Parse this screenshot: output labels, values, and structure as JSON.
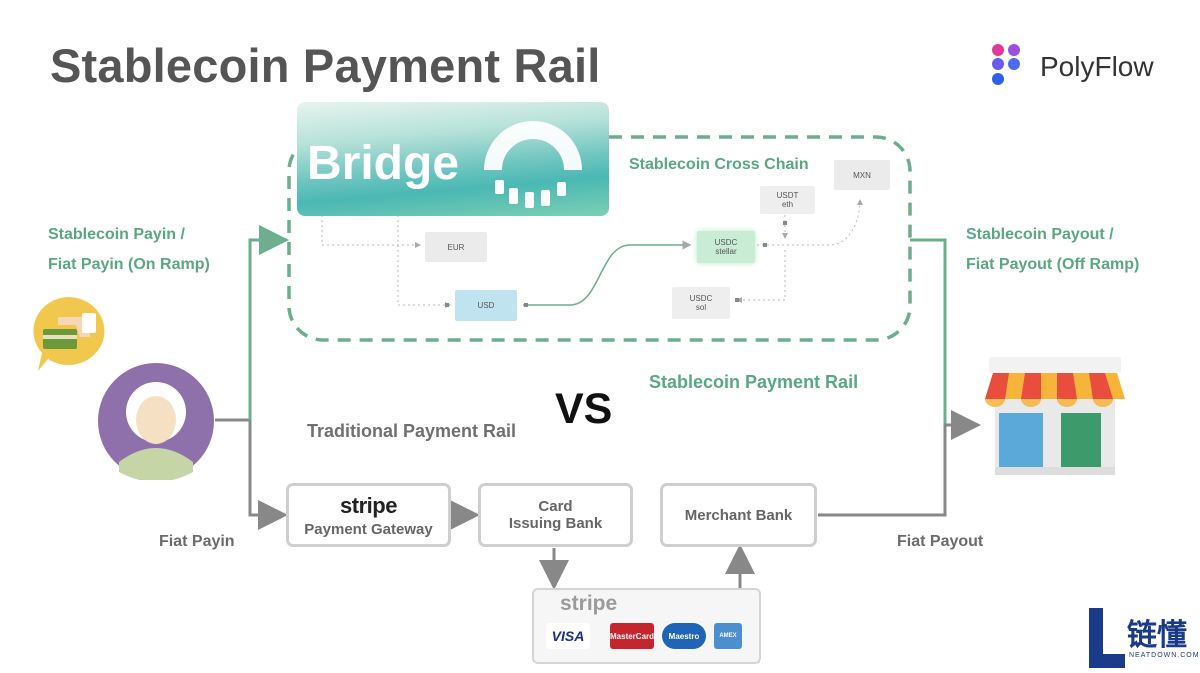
{
  "title": "Stablecoin Payment Rail",
  "brand": {
    "name": "PolyFlow"
  },
  "bridge": {
    "name": "Bridge"
  },
  "cross_chain_label": "Stablecoin Cross Chain",
  "tokens": {
    "eur": {
      "line1": "EUR"
    },
    "usd": {
      "line1": "USD"
    },
    "usdc_stellar": {
      "line1": "USDC",
      "line2": "stellar"
    },
    "usdt_eth": {
      "line1": "USDT",
      "line2": "eth"
    },
    "mxn": {
      "line1": "MXN"
    },
    "usdc_sol": {
      "line1": "USDC",
      "line2": "sol"
    }
  },
  "left_labels": {
    "line1": "Stablecoin Payin /",
    "line2": "Fiat Payin (On Ramp)"
  },
  "right_labels": {
    "line1": "Stablecoin Payout /",
    "line2": "Fiat Payout (Off Ramp)"
  },
  "stablecoin_rail_label": "Stablecoin Payment Rail",
  "traditional_rail_label": "Traditional Payment Rail",
  "vs": "VS",
  "fiat_payin": "Fiat Payin",
  "fiat_payout": "Fiat Payout",
  "boxes": {
    "gateway": {
      "brand": "stripe",
      "label": "Payment Gateway"
    },
    "issuing_bank": {
      "line1": "Card",
      "line2": "Issuing Bank"
    },
    "merchant_bank": {
      "label": "Merchant Bank"
    }
  },
  "networks": {
    "brand": "stripe",
    "cards": [
      "VISA",
      "MasterCard",
      "Maestro",
      "AMEX"
    ]
  },
  "watermark": {
    "chars": "链懂",
    "sub": "NEATDOWN.COM"
  },
  "colors": {
    "green": "#5aa882",
    "dashed_green": "#6cae8d",
    "grey_line": "#888888",
    "purple": "#7e5f9f",
    "usdc_green": "#c9ecd4",
    "usd_blue": "#bfe4f0"
  }
}
